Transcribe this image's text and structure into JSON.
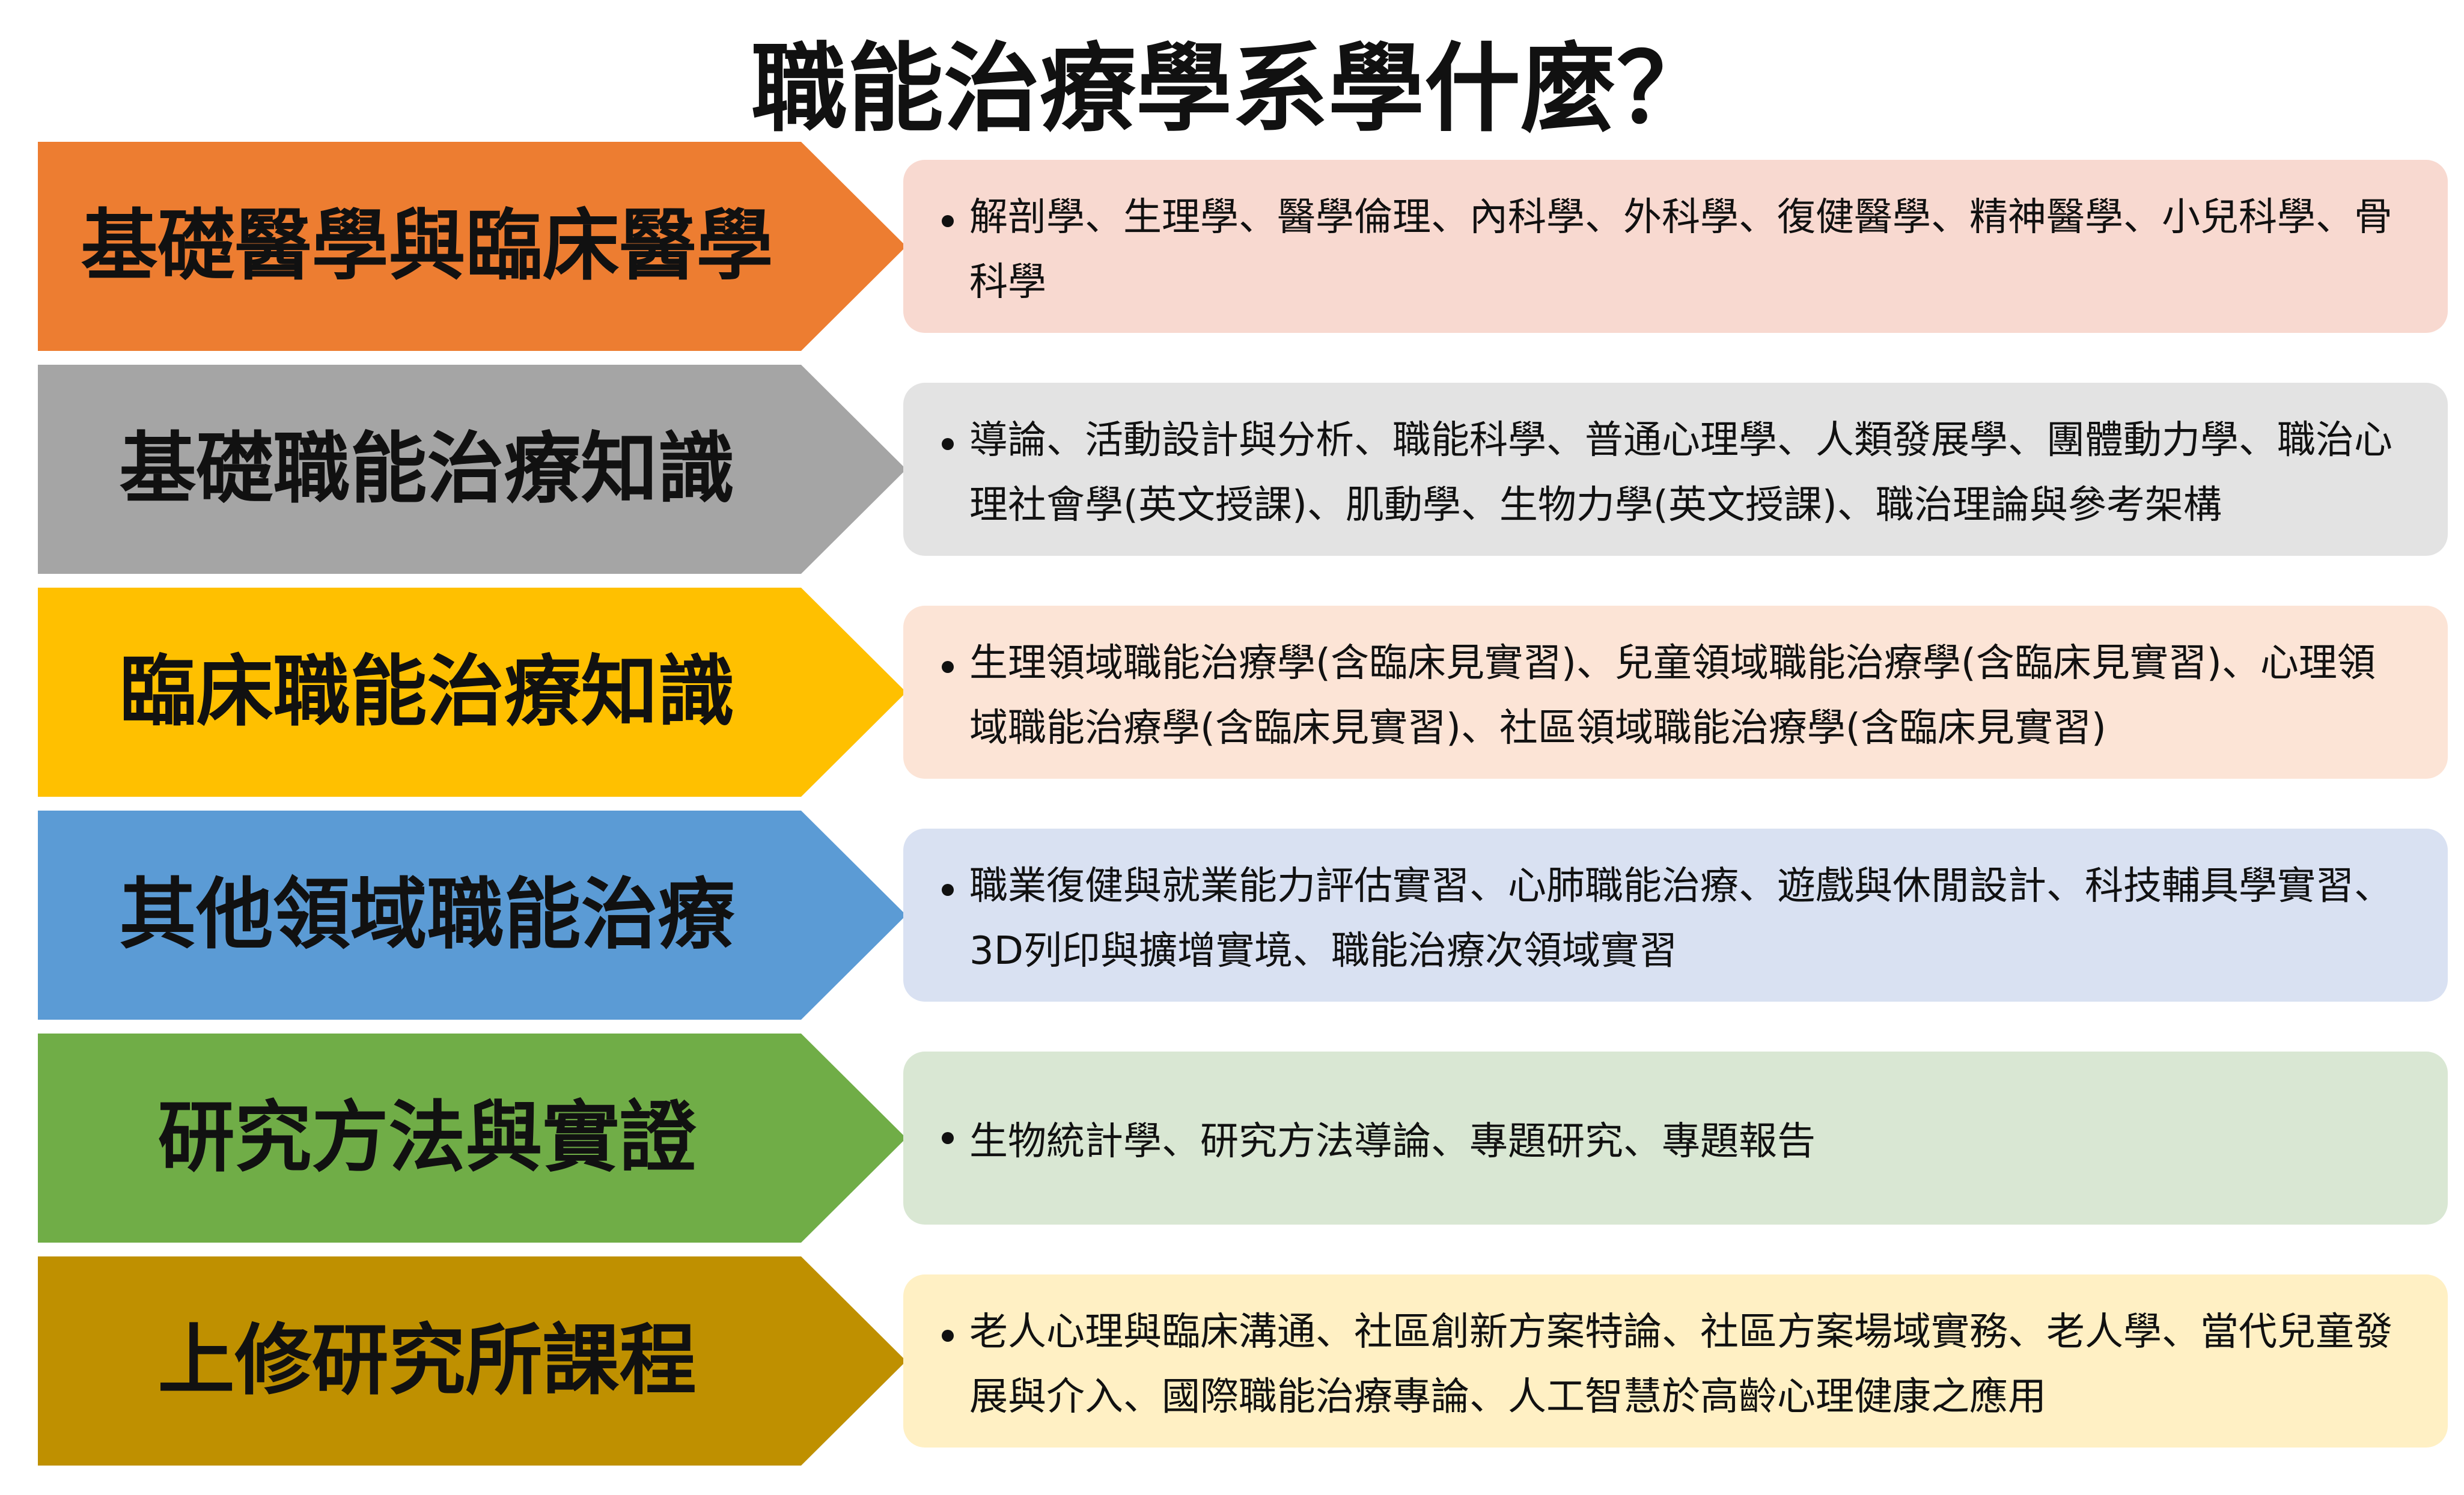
{
  "title": "職能治療學系學什麼？",
  "rows": [
    {
      "label": "基礎醫學與臨床醫學",
      "detail": "解剖學、生理學、醫學倫理、內科學、外科學、復健醫學、精神醫學、小兒科學、骨科學",
      "arrow_color": "#ED7D31",
      "box_color": "#F8D9D0"
    },
    {
      "label": "基礎職能治療知識",
      "detail": "導論、活動設計與分析、職能科學、普通心理學、人類發展學、團體動力學、職治心理社會學(英文授課)、肌動學、生物力學(英文授課)、職治理論與參考架構",
      "arrow_color": "#A5A5A5",
      "box_color": "#E3E3E3"
    },
    {
      "label": "臨床職能治療知識",
      "detail": "生理領域職能治療學(含臨床見實習)、兒童領域職能治療學(含臨床見實習)、心理領域職能治療學(含臨床見實習)、社區領域職能治療學(含臨床見實習)",
      "arrow_color": "#FFC000",
      "box_color": "#FCE4D6"
    },
    {
      "label": "其他領域職能治療",
      "detail": "職業復健與就業能力評估實習、心肺職能治療、遊戲與休閒設計、科技輔具學實習、3D列印與擴增實境、職能治療次領域實習",
      "arrow_color": "#5B9BD5",
      "box_color": "#D9E1F2"
    },
    {
      "label": "研究方法與實證",
      "detail": "生物統計學、研究方法導論、專題研究、專題報告",
      "arrow_color": "#70AD47",
      "box_color": "#D9E7D3"
    },
    {
      "label": "上修研究所課程",
      "detail": "老人心理與臨床溝通、社區創新方案特論、社區方案場域實務、老人學、當代兒童發展與介入、國際職能治療專論、人工智慧於高齡心理健康之應用",
      "arrow_color": "#BF9000",
      "box_color": "#FFF0C4"
    }
  ]
}
